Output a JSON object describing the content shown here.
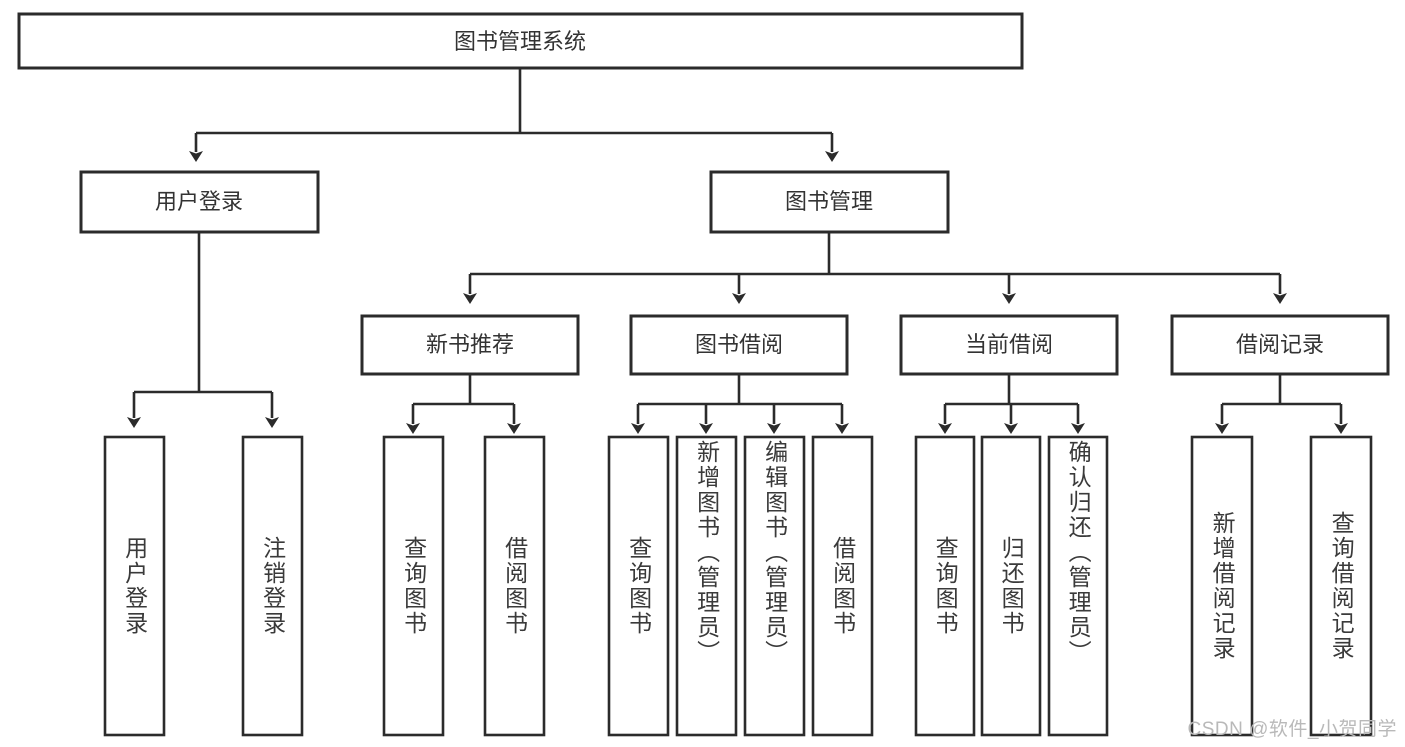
{
  "diagram": {
    "title": "图书管理系统",
    "type": "hierarchy-tree",
    "root": {
      "id": "root",
      "label": "图书管理系统",
      "orientation": "horizontal"
    },
    "level2": [
      {
        "id": "user-login",
        "label": "用户登录",
        "orientation": "horizontal"
      },
      {
        "id": "book-manage",
        "label": "图书管理",
        "orientation": "horizontal"
      }
    ],
    "level3": [
      {
        "id": "new-book-recommend",
        "label": "新书推荐",
        "parent": "book-manage",
        "orientation": "horizontal"
      },
      {
        "id": "book-borrow",
        "label": "图书借阅",
        "parent": "book-manage",
        "orientation": "horizontal"
      },
      {
        "id": "current-borrow",
        "label": "当前借阅",
        "parent": "book-manage",
        "orientation": "horizontal"
      },
      {
        "id": "borrow-record",
        "label": "借阅记录",
        "parent": "book-manage",
        "orientation": "horizontal"
      }
    ],
    "leaves": [
      {
        "id": "leaf-user-login",
        "label": "用户登录",
        "parent": "user-login",
        "orientation": "vertical"
      },
      {
        "id": "leaf-user-logout",
        "label": "注销登录",
        "parent": "user-login",
        "orientation": "vertical"
      },
      {
        "id": "leaf-query-book-1",
        "label": "查询图书",
        "parent": "new-book-recommend",
        "orientation": "vertical"
      },
      {
        "id": "leaf-borrow-book-1",
        "label": "借阅图书",
        "parent": "new-book-recommend",
        "orientation": "vertical"
      },
      {
        "id": "leaf-query-book-2",
        "label": "查询图书",
        "parent": "book-borrow",
        "orientation": "vertical"
      },
      {
        "id": "leaf-add-book",
        "label": "新增图书（管理员）",
        "parent": "book-borrow",
        "orientation": "vertical"
      },
      {
        "id": "leaf-edit-book",
        "label": "编辑图书（管理员）",
        "parent": "book-borrow",
        "orientation": "vertical"
      },
      {
        "id": "leaf-borrow-book-2",
        "label": "借阅图书",
        "parent": "book-borrow",
        "orientation": "vertical"
      },
      {
        "id": "leaf-query-book-3",
        "label": "查询图书",
        "parent": "current-borrow",
        "orientation": "vertical"
      },
      {
        "id": "leaf-return-book",
        "label": "归还图书",
        "parent": "current-borrow",
        "orientation": "vertical"
      },
      {
        "id": "leaf-confirm-return",
        "label": "确认归还（管理员）",
        "parent": "current-borrow",
        "orientation": "vertical"
      },
      {
        "id": "leaf-add-record",
        "label": "新增借阅记录",
        "parent": "borrow-record",
        "orientation": "vertical"
      },
      {
        "id": "leaf-query-record",
        "label": "查询借阅记录",
        "parent": "borrow-record",
        "orientation": "vertical"
      }
    ]
  },
  "watermark": {
    "text": "CSDN @软件_小贺同学"
  },
  "colors": {
    "stroke": "#2b2b2b",
    "fill": "#ffffff",
    "text": "#333333",
    "watermark": "#b9b9b9",
    "background": "#ffffff"
  }
}
